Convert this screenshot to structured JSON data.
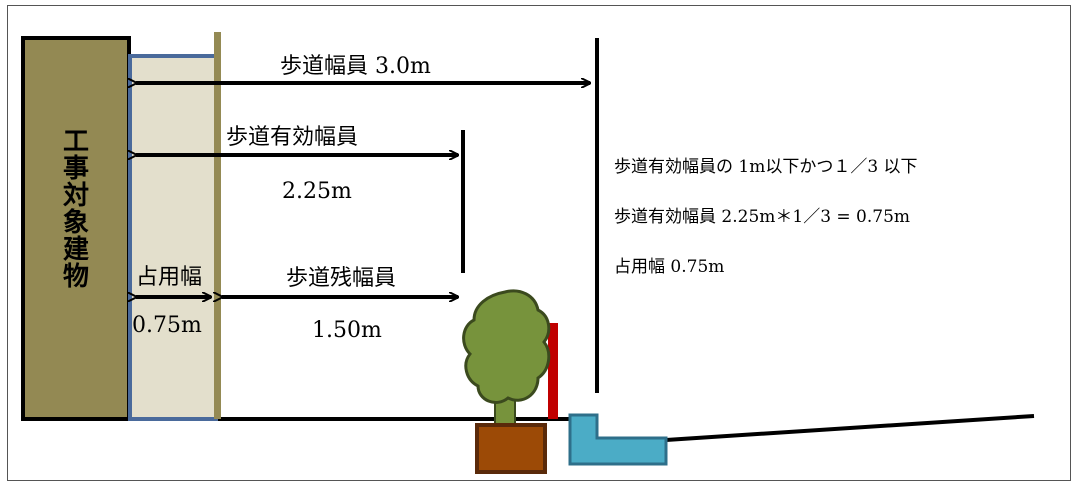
{
  "building_label": [
    "工",
    "事",
    "対",
    "象",
    "建",
    "物"
  ],
  "labels": {
    "sidewalk_width": "歩道幅員 3.0m",
    "effective_width": "歩道有効幅員",
    "effective_value": "2.25m",
    "occupied": "占用幅",
    "occupied_value": "0.75m",
    "remaining": "歩道残幅員",
    "remaining_value": "1.50m"
  },
  "notes": [
    "歩道有効幅員の 1m以下かつ１／3 以下",
    "歩道有効幅員 2.25m＊1／3 = 0.75m",
    "占用幅 0.75m"
  ],
  "colors": {
    "building": "#938953",
    "occupied_area": "#e3dfcc",
    "occupied_border": "#4a6a9b",
    "pole": "#948a54",
    "tree": "#77933c",
    "planter": "#9c4a06",
    "red_post": "#c00000",
    "drain": "#4bacc6"
  }
}
